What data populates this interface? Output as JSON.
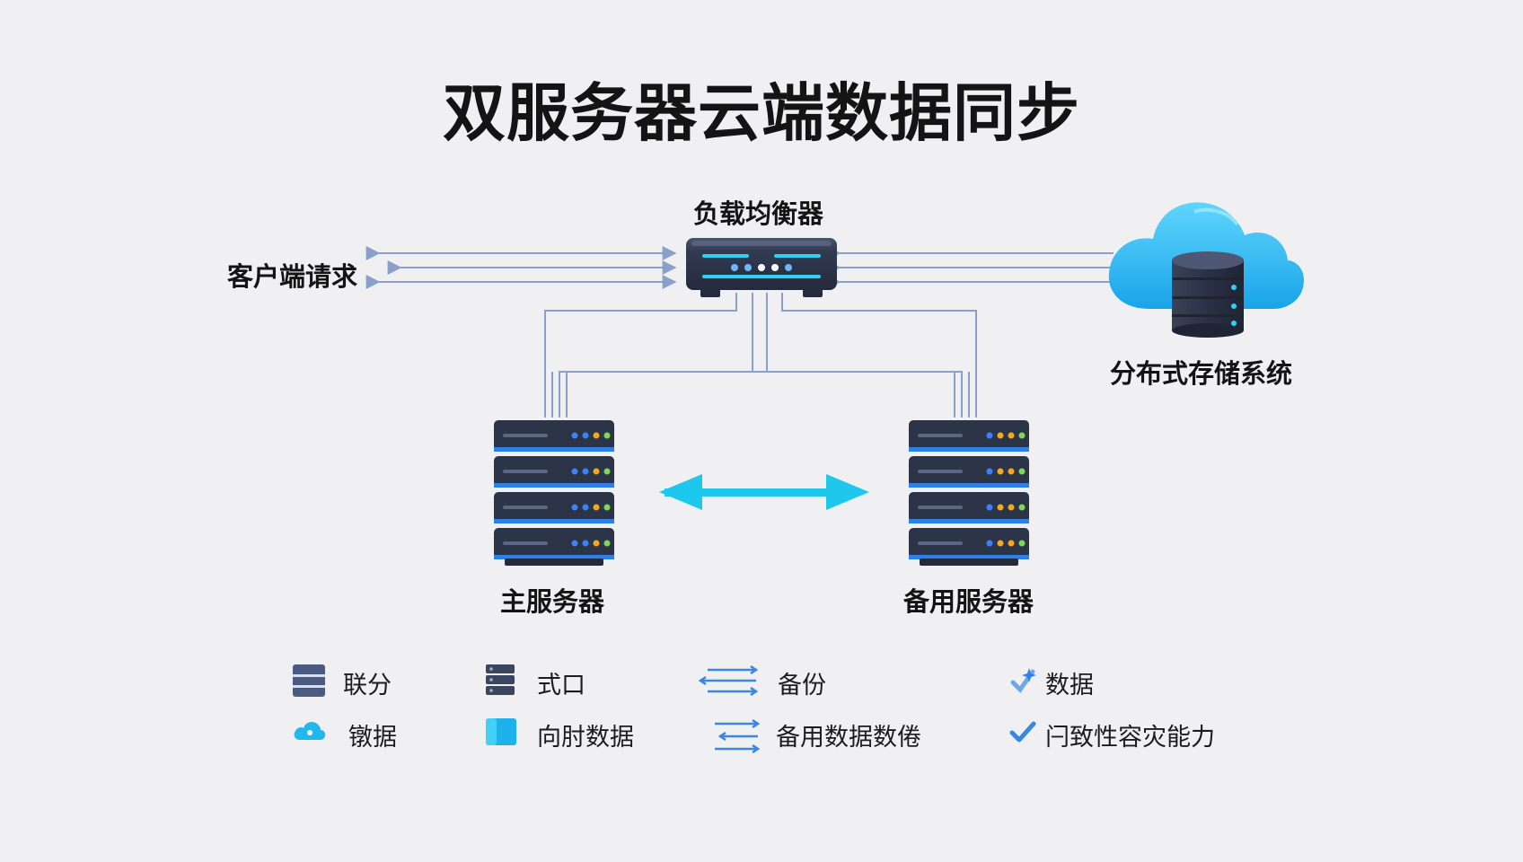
{
  "title": "双服务器云端数据同步",
  "nodes": {
    "load_balancer": "负载均衡器",
    "client_requests": "客户端请求",
    "storage": "分布式存储系统",
    "primary_server": "主服务器",
    "backup_server": "备用服务器"
  },
  "legend": [
    {
      "icon": "server-rack-icon",
      "label": "联分"
    },
    {
      "icon": "server-stack-icon",
      "label": "式口"
    },
    {
      "icon": "sync-arrows-icon",
      "label": "备份"
    },
    {
      "icon": "sparkle-check-icon",
      "label": "数据"
    },
    {
      "icon": "cloud-icon",
      "label": "镦据"
    },
    {
      "icon": "blue-square-icon",
      "label": "向肘数据"
    },
    {
      "icon": "transfer-arrows-icon",
      "label": "备用数据数倦"
    },
    {
      "icon": "checkmark-icon",
      "label": "闩致性容灾能力"
    }
  ],
  "colors": {
    "background": "#f0f0f2",
    "connector": "#8aa0c8",
    "sync_arrow": "#1ec8ec",
    "device_dark": "#2c3448",
    "accent_blue": "#2f8df0",
    "cloud": "#38bdf8"
  }
}
